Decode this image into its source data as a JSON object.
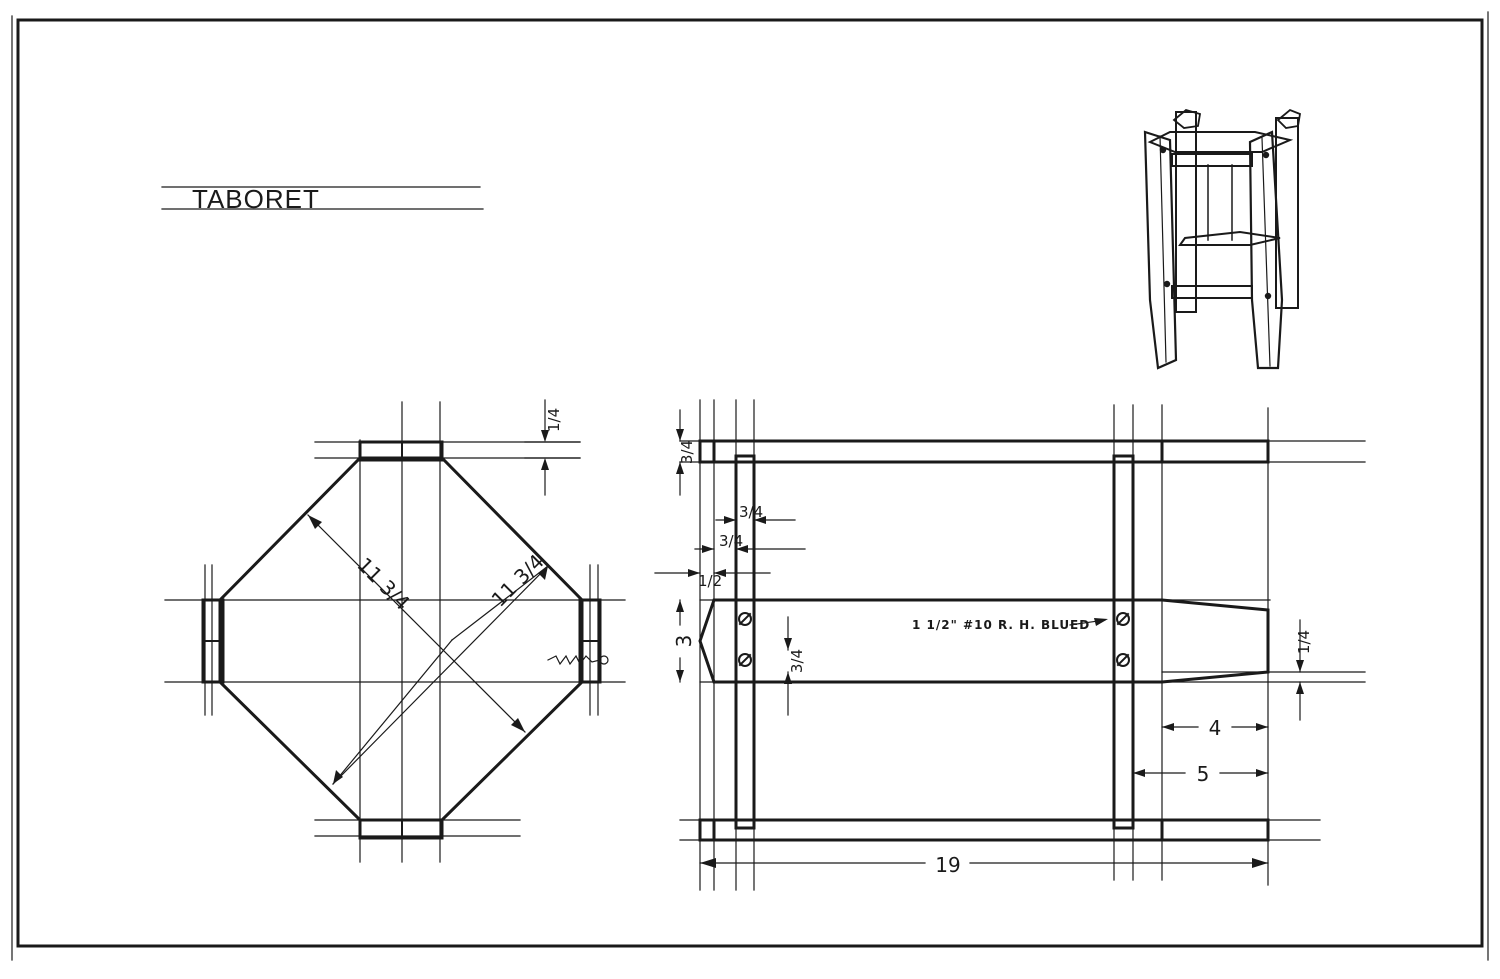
{
  "title": "TABORET",
  "plan_view": {
    "diagonal_dimension": "11 3/4",
    "corner_offset": "1/4"
  },
  "elevation_view": {
    "dimensions": {
      "rail_thickness": "3/4",
      "leg_width": "3/4",
      "leg_setback": "3/4",
      "top_offset": "1/2",
      "shelf_height": "3",
      "slot_depth": "3/4",
      "taper_offset": "1/4",
      "taper_length": "4",
      "leg_span": "5",
      "overall_length": "19"
    },
    "screw_note": "1 1/2\" #10 R. H. BLUED"
  }
}
